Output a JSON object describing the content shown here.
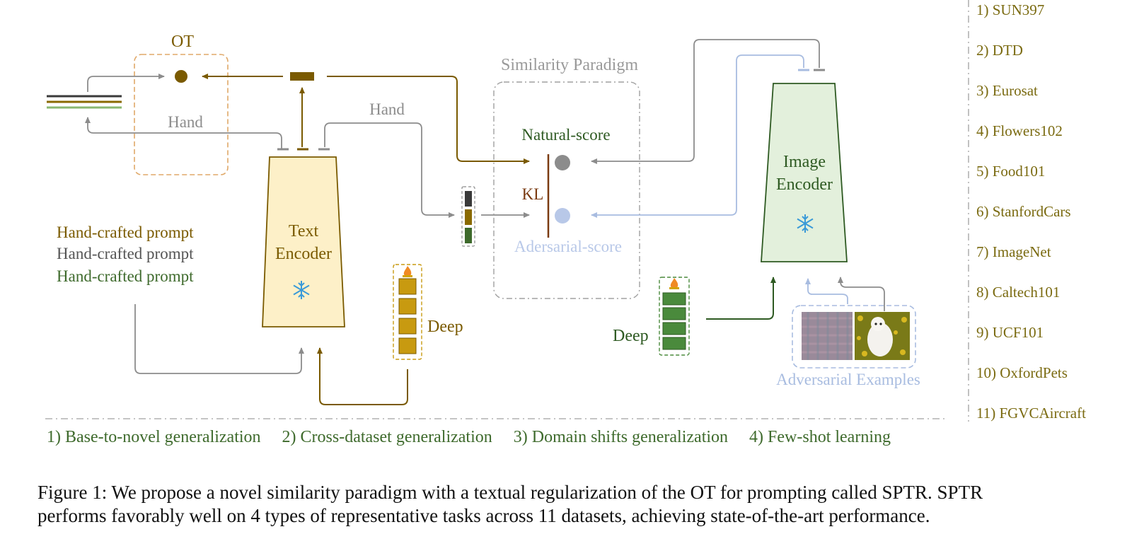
{
  "labels": {
    "ot": "OT",
    "hand_left": "Hand",
    "hand_mid": "Hand",
    "similarity_paradigm": "Similarity Paradigm",
    "natural_score": "Natural-score",
    "adversarial_score": "Adersarial-score",
    "kl": "KL",
    "text_encoder_line1": "Text",
    "text_encoder_line2": "Encoder",
    "image_encoder_line1": "Image",
    "image_encoder_line2": "Encoder",
    "deep_left": "Deep",
    "deep_right": "Deep",
    "adversarial_examples": "Adversarial Examples",
    "prompt_1": "Hand-crafted prompt",
    "prompt_2": "Hand-crafted prompt",
    "prompt_3": "Hand-crafted prompt"
  },
  "datasets": [
    "1) SUN397",
    "2) DTD",
    "3) Eurosat",
    "4) Flowers102",
    "5) Food101",
    "6) StanfordCars",
    "7) ImageNet",
    "8) Caltech101",
    "9) UCF101",
    "10) OxfordPets",
    "11) FGVCAircraft"
  ],
  "tasks": [
    "1) Base-to-novel generalization",
    "2) Cross-dataset generalization",
    "3) Domain shifts generalization",
    "4) Few-shot learning"
  ],
  "caption": {
    "line1": "Figure 1: We propose a novel similarity paradigm with a textual regularization of the OT for prompting called SPTR. SPTR",
    "line2": "performs favorably well on 4 types of representative tasks across 11 datasets, achieving state-of-the-art performance."
  },
  "icons": {
    "snowflake": "snowflake-icon",
    "flame": "flame-icon"
  },
  "colors": {
    "olive": "#7a5a00",
    "dark_green": "#3e6a2c",
    "gray": "#8c8c8c",
    "light_blue": "#b8c8e8",
    "text_encoder_fill": "#fdf0c8",
    "image_encoder_fill": "#e3f0dc",
    "deep_gold": "#c89a10",
    "deep_green": "#4a8a3c"
  }
}
